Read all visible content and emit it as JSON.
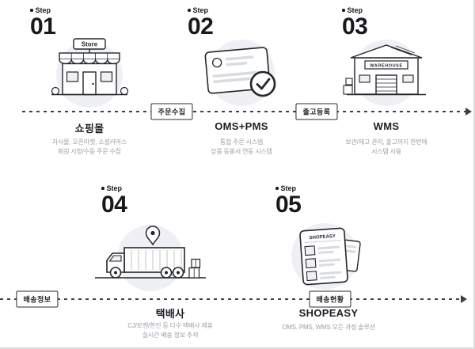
{
  "diagram": {
    "steps": [
      {
        "label": "Step",
        "number": "01",
        "title": "쇼핑몰",
        "desc1": "자사몰, 오픈마켓, 소셜커머스",
        "desc2": "회원 사항/수동 주문 수집"
      },
      {
        "label": "Step",
        "number": "02",
        "title": "OMS+PMS",
        "desc1": "통합 주문 시스템",
        "desc2": "상품 동봉서 연동 시스템"
      },
      {
        "label": "Step",
        "number": "03",
        "title": "WMS",
        "desc1": "보관/재고 관리, 출고까지 한번에",
        "desc2": "시스템 사용"
      },
      {
        "label": "Step",
        "number": "04",
        "title": "택배사",
        "desc1": "CJ/로젠/한진 등 다수 택배사 제휴",
        "desc2": "실시간 배송 정보 추적"
      },
      {
        "label": "Step",
        "number": "05",
        "title": "SHOPEASY",
        "desc1": "OMS, PMS, WMS 모든 과정 솔루션",
        "desc2": ""
      }
    ],
    "badges": {
      "order_collection": "주문수집",
      "outbound_registration": "출고등록",
      "delivery_info": "배송정보",
      "delivery_status": "배송현황"
    },
    "signs": {
      "store": "Store",
      "warehouse": "WAREHOUSE",
      "shopeasy": "SHOPEASY"
    },
    "colors": {
      "ink": "#23262b",
      "blob": "#eef0f3",
      "muted": "#9aa0a6"
    }
  }
}
